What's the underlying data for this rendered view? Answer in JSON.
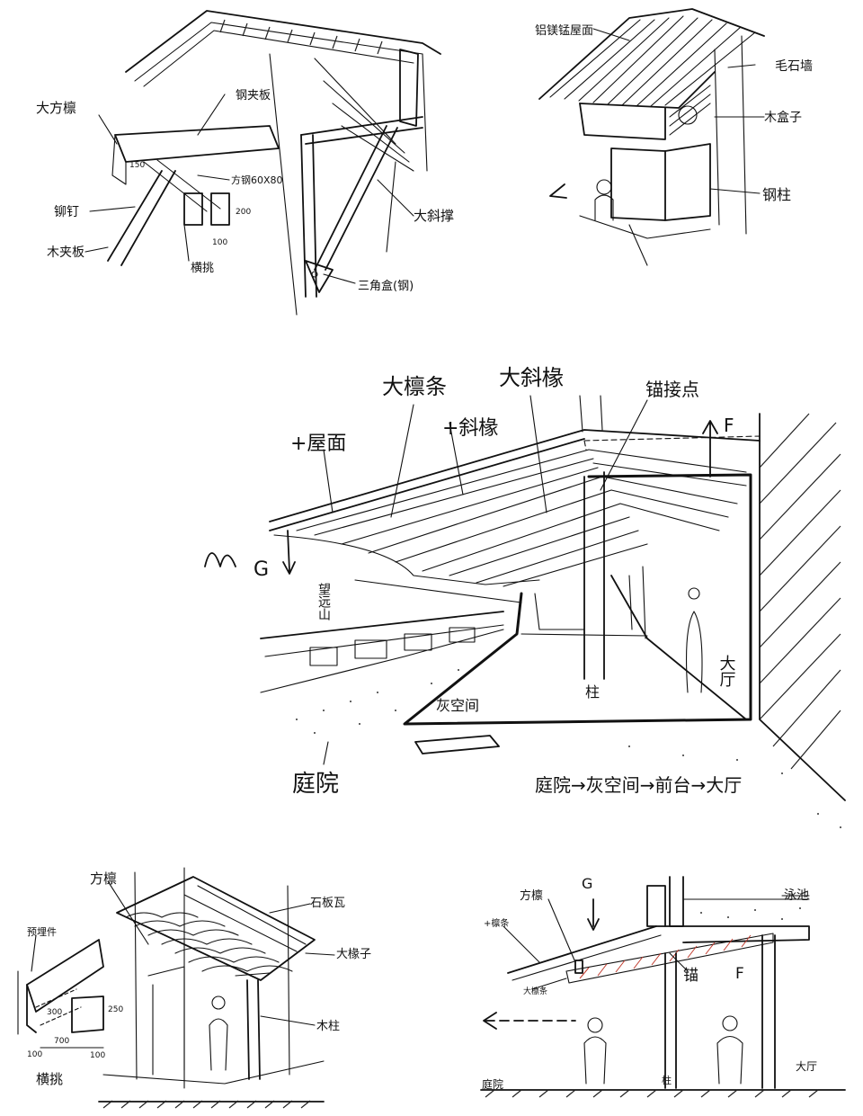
{
  "sketch1": {
    "labels": {
      "purlin": "大方檩",
      "clamp_plate": "钢夹板",
      "square_steel": "方钢60X80",
      "dim_150": "150",
      "dim_200": "200",
      "dim_100": "100",
      "rivet": "铆钉",
      "wood_plate": "木夹板",
      "ridge": "横挑",
      "brace": "大斜撑",
      "gusset": "三角盒(钢)"
    }
  },
  "sketch2": {
    "labels": {
      "roof": "铝镁锰屋面",
      "stone_wall": "毛石墙",
      "wood_box": "木盒子",
      "steel_col": "钢柱"
    }
  },
  "sketch3": {
    "labels": {
      "big_purlin": "大檩条",
      "big_rafter": "大斜椽",
      "anchor": "锚接点",
      "roof": "+屋面",
      "small_rafter": "+斜椽",
      "up_arrow": "F",
      "g_mark": "G",
      "view": "望远山",
      "hall": "大厅",
      "column": "柱",
      "grey_space": "灰空间",
      "courtyard": "庭院",
      "sequence": "庭院→灰空间→前台→大厅"
    }
  },
  "sketch4": {
    "labels": {
      "purlin": "方檩",
      "slate": "石板瓦",
      "rafter": "大椽子",
      "wood_col": "木柱",
      "pre_embed": "预埋件",
      "dim_300": "300",
      "dim_250": "250",
      "dim_700": "700",
      "dim_100a": "100",
      "dim_100b": "100",
      "ridge": "横挑"
    }
  },
  "sketch5": {
    "labels": {
      "g_mark": "G",
      "purlin": "方檩",
      "roof": "+檩条",
      "pool": "泳池",
      "big_rafter": "大檩条",
      "anchor": "锚",
      "force": "F",
      "column": "柱",
      "courtyard": "庭院",
      "hall": "大厅"
    }
  }
}
